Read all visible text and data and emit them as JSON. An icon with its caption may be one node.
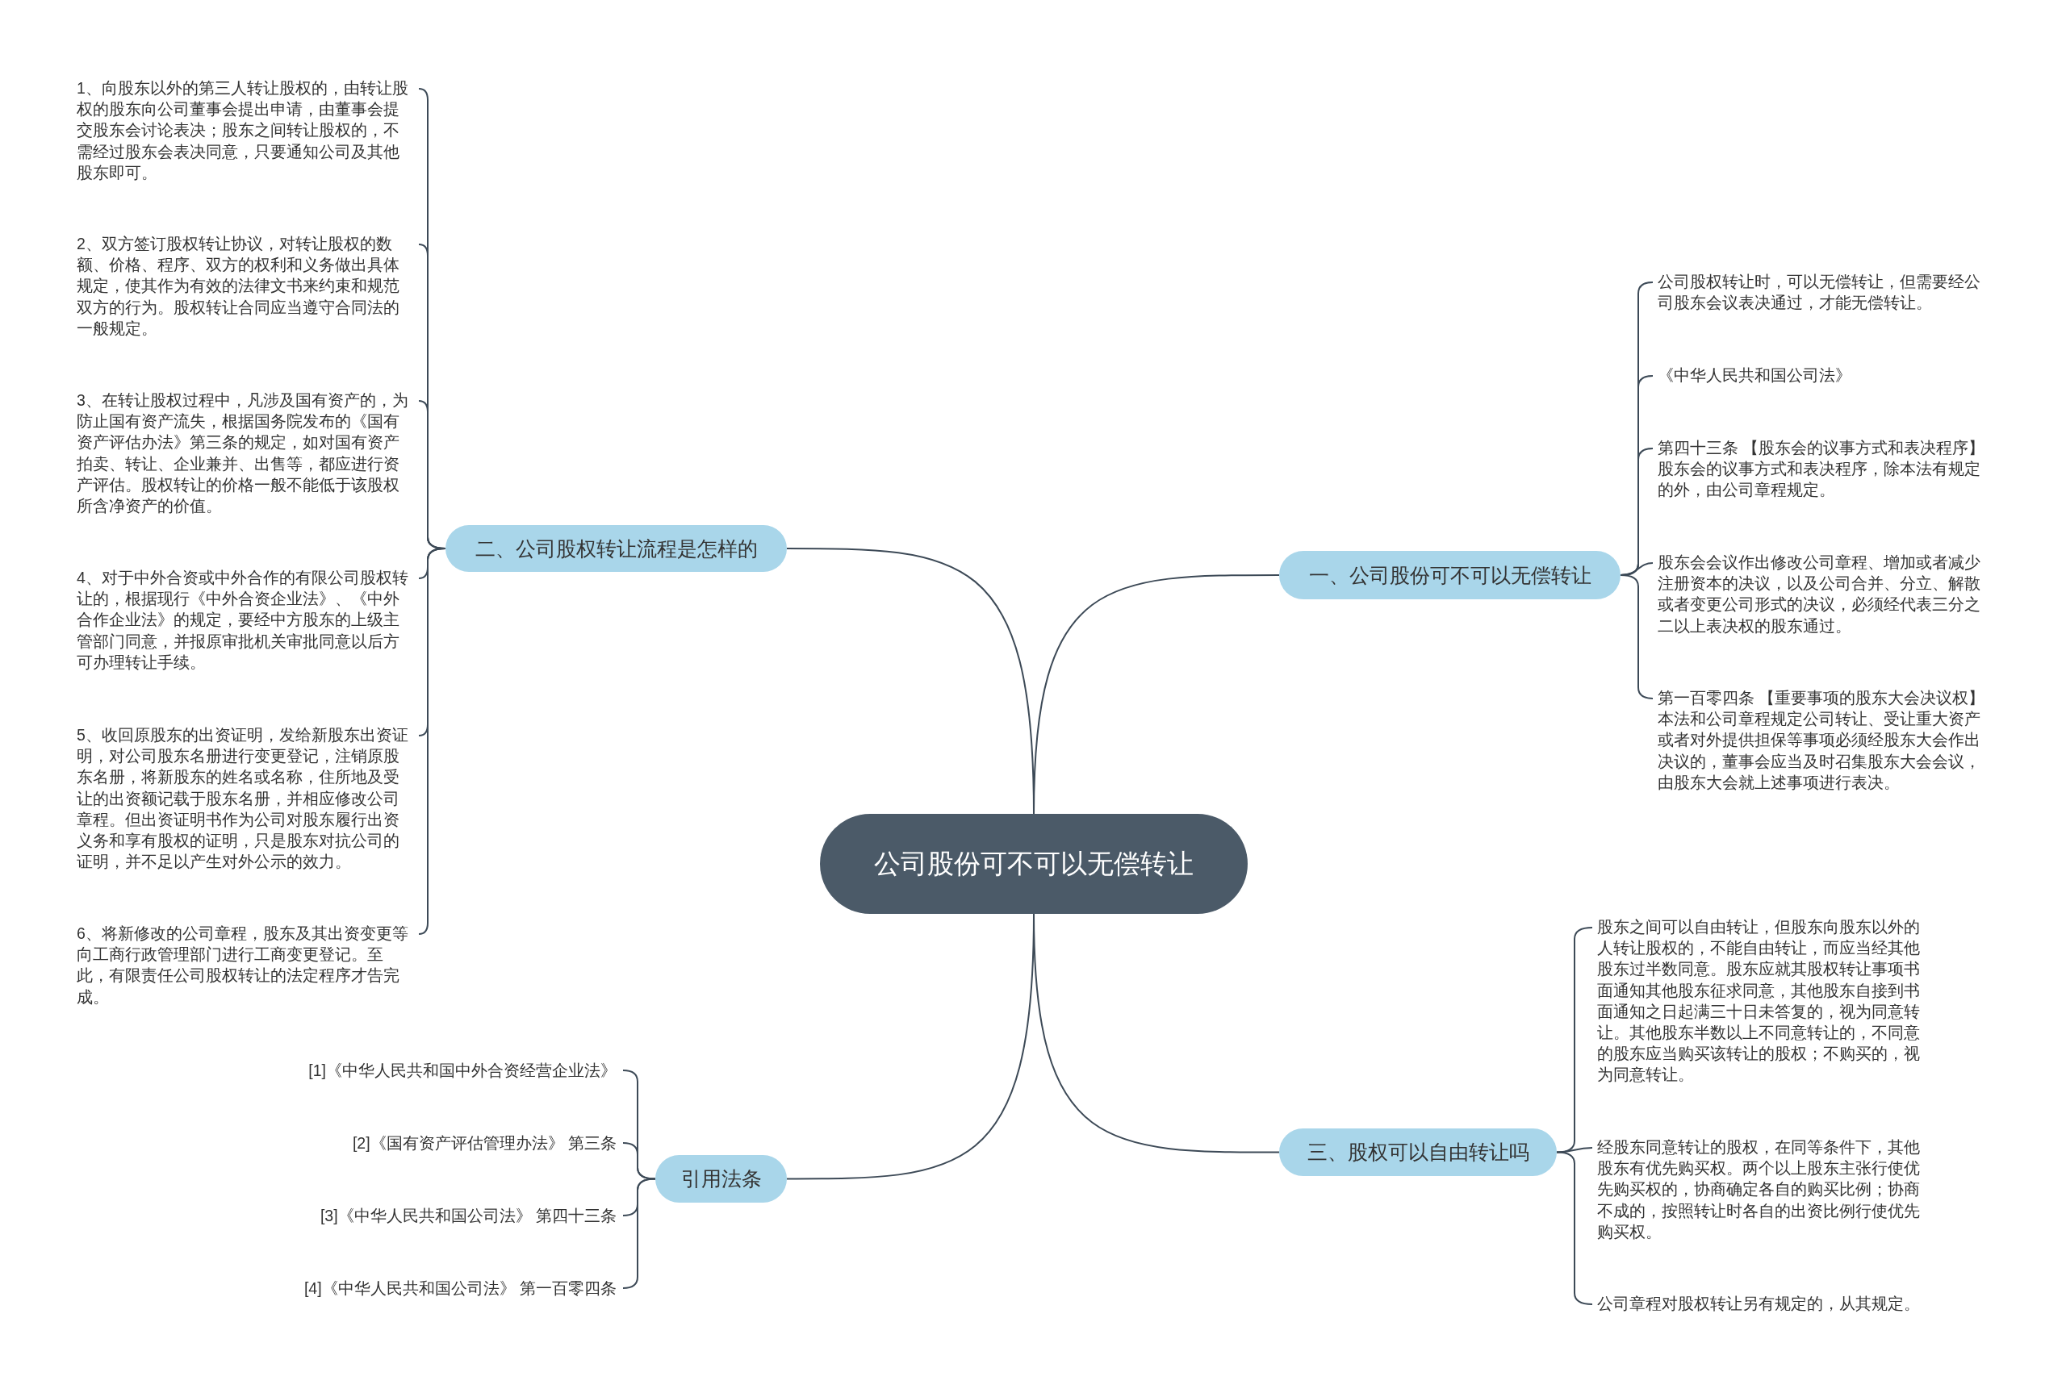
{
  "diagram": {
    "nodes": [
      {
        "text": [
          "公司股份可不可以无偿转让"
        ]
      },
      {
        "text": [
          "一、公司股份可不可以无偿转让"
        ]
      },
      {
        "text": [
          "公司股权转让时，可以无偿转让，但需要经公司股东会议表决通过，才能无偿转让。"
        ]
      },
      {
        "text": [
          "《中华人民共和国公司法》"
        ]
      },
      {
        "text": [
          "第四十三条 【股东会的议事方式和表决程序】股东会的议事方式和表决程序，除本法有规定的外，由公司章程规定。"
        ]
      },
      {
        "text": [
          "股东会会议作出修改公司章程、增加或者减少注册资本的决议，以及公司合并、分立、解散或者变更公司形式的决议，必须经代表三分之二以上表决权的股东通过。"
        ]
      },
      {
        "text": [
          "第一百零四条 【重要事项的股东大会决议权】本法和公司章程规定公司转让、受让重大资产或者对外提供担保等事项必须经股东大会作出决议的，董事会应当及时召集股东大会会议，由股东大会就上述事项进行表决。"
        ]
      },
      {
        "text": [
          "二、公司股权转让流程是怎样的"
        ]
      },
      {
        "text": [
          "1、向股东以外的第三人转让股权的，由转让股权的股东向公司董事会提出申请，由董事会提交股东会讨论表决；股东之间转让股权的，不需经过股东会表决同意，只要通知公司及其他股东即可。"
        ]
      },
      {
        "text": [
          "2、双方签订股权转让协议，对转让股权的数额、价格、程序、双方的权利和义务做出具体规定，使其作为有效的法律文书来约束和规范双方的行为。股权转让合同应当遵守合同法的一般规定。"
        ]
      },
      {
        "text": [
          "3、在转让股权过程中，凡涉及国有资产的，为防止国有资产流失，根据国务院发布的《国有资产评估办法》第三条的规定，如对国有资产拍卖、转让、企业兼并、出售等，都应进行资产评估。股权转让的价格一般不能低于该股权所含净资产的价值。"
        ]
      },
      {
        "text": [
          "4、对于中外合资或中外合作的有限公司股权转让的，根据现行《中外合资企业法》、《中外合作企业法》的规定，要经中方股东的上级主管部门同意，并报原审批机关审批同意以后方可办理转让手续。"
        ]
      },
      {
        "text": [
          "5、收回原股东的出资证明，发给新股东出资证明，对公司股东名册进行变更登记，注销原股东名册，将新股东的姓名或名称，住所地及受让的出资额记载于股东名册，并相应修改公司章程。但出资证明书作为公司对股东履行出资义务和享有股权的证明，只是股东对抗公司的证明，并不足以产生对外公示的效力。"
        ]
      },
      {
        "text": [
          "6、将新修改的公司章程，股东及其出资变更等向工商行政管理部门进行工商变更登记。至此，有限责任公司股权转让的法定程序才告完成。"
        ]
      },
      {
        "text": [
          "三、股权可以自由转让吗"
        ]
      },
      {
        "text": [
          "股东之间可以自由转让，但股东向股东以外的人转让股权的，不能自由转让，而应当经其他股东过半数同意。股东应就其股权转让事项书面通知其他股东征求同意，其他股东自接到书面通知之日起满三十日未答复的，视为同意转让。其他股东半数以上不同意转让的，不同意的股东应当购买该转让的股权；不购买的，视为同意转让。"
        ]
      },
      {
        "text": [
          "经股东同意转让的股权，在同等条件下，其他股东有优先购买权。两个以上股东主张行使优先购买权的，协商确定各自的购买比例；协商不成的，按照转让时各自的出资比例行使优先购买权。"
        ]
      },
      {
        "text": [
          "公司章程对股权转让另有规定的，从其规定。"
        ]
      },
      {
        "text": [
          "引用法条"
        ]
      },
      {
        "text": [
          "[1]《中华人民共和国中外合资经营企业法》"
        ]
      },
      {
        "text": [
          "[2]《国有资产评估管理办法》 第三条"
        ]
      },
      {
        "text": [
          "[3]《中华人民共和国公司法》 第四十三条"
        ]
      },
      {
        "text": [
          "[4]《中华人民共和国公司法》 第一百零四条"
        ]
      }
    ],
    "edges": [
      {
        "from": 0,
        "to": 1,
        "arrow": "none"
      },
      {
        "from": 1,
        "to": 2,
        "arrow": "none"
      },
      {
        "from": 1,
        "to": 3,
        "arrow": "none"
      },
      {
        "from": 1,
        "to": 4,
        "arrow": "none"
      },
      {
        "from": 1,
        "to": 5,
        "arrow": "none"
      },
      {
        "from": 1,
        "to": 6,
        "arrow": "none"
      },
      {
        "from": 0,
        "to": 7,
        "arrow": "none"
      },
      {
        "from": 7,
        "to": 8,
        "arrow": "none"
      },
      {
        "from": 7,
        "to": 9,
        "arrow": "none"
      },
      {
        "from": 7,
        "to": 10,
        "arrow": "none"
      },
      {
        "from": 7,
        "to": 11,
        "arrow": "none"
      },
      {
        "from": 7,
        "to": 12,
        "arrow": "none"
      },
      {
        "from": 7,
        "to": 13,
        "arrow": "none"
      },
      {
        "from": 0,
        "to": 14,
        "arrow": "none"
      },
      {
        "from": 14,
        "to": 15,
        "arrow": "none"
      },
      {
        "from": 14,
        "to": 16,
        "arrow": "none"
      },
      {
        "from": 14,
        "to": 17,
        "arrow": "none"
      },
      {
        "from": 0,
        "to": 18,
        "arrow": "none"
      },
      {
        "from": 18,
        "to": 19,
        "arrow": "none"
      },
      {
        "from": 18,
        "to": 20,
        "arrow": "none"
      },
      {
        "from": 18,
        "to": 21,
        "arrow": "none"
      },
      {
        "from": 18,
        "to": 22,
        "arrow": "none"
      }
    ]
  }
}
